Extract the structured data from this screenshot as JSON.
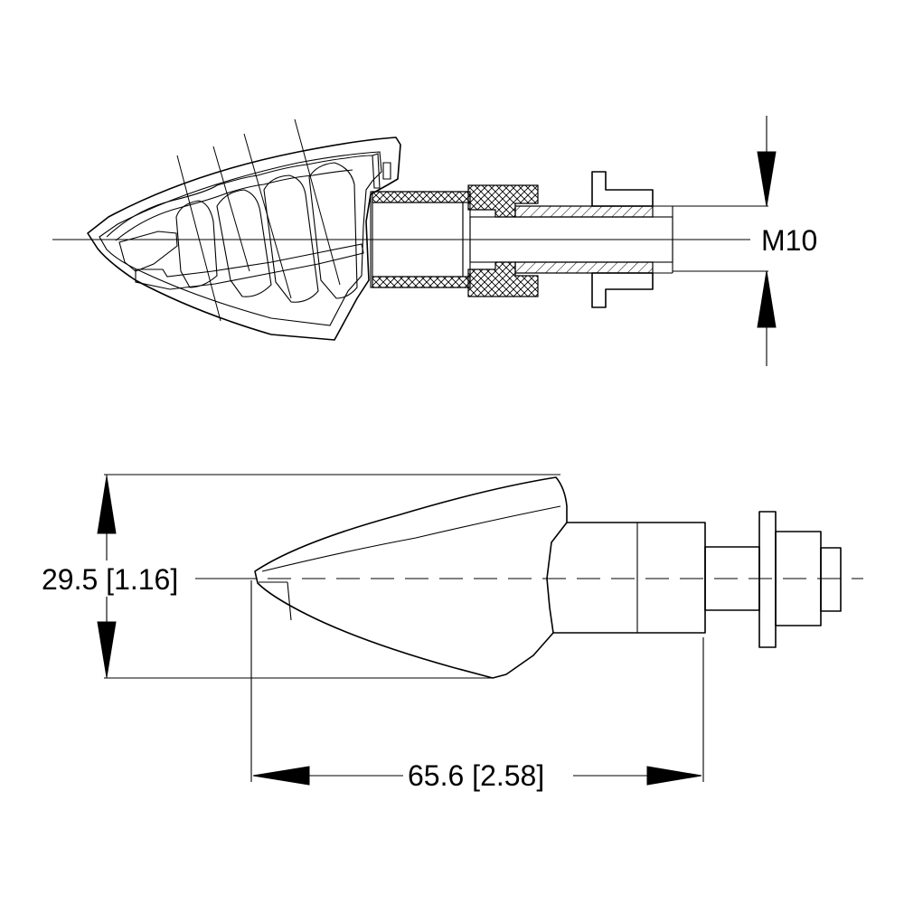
{
  "drawing": {
    "thread_label": "M10",
    "height_label": "29.5 [1.16]",
    "length_label": "65.6 [2.58]"
  }
}
